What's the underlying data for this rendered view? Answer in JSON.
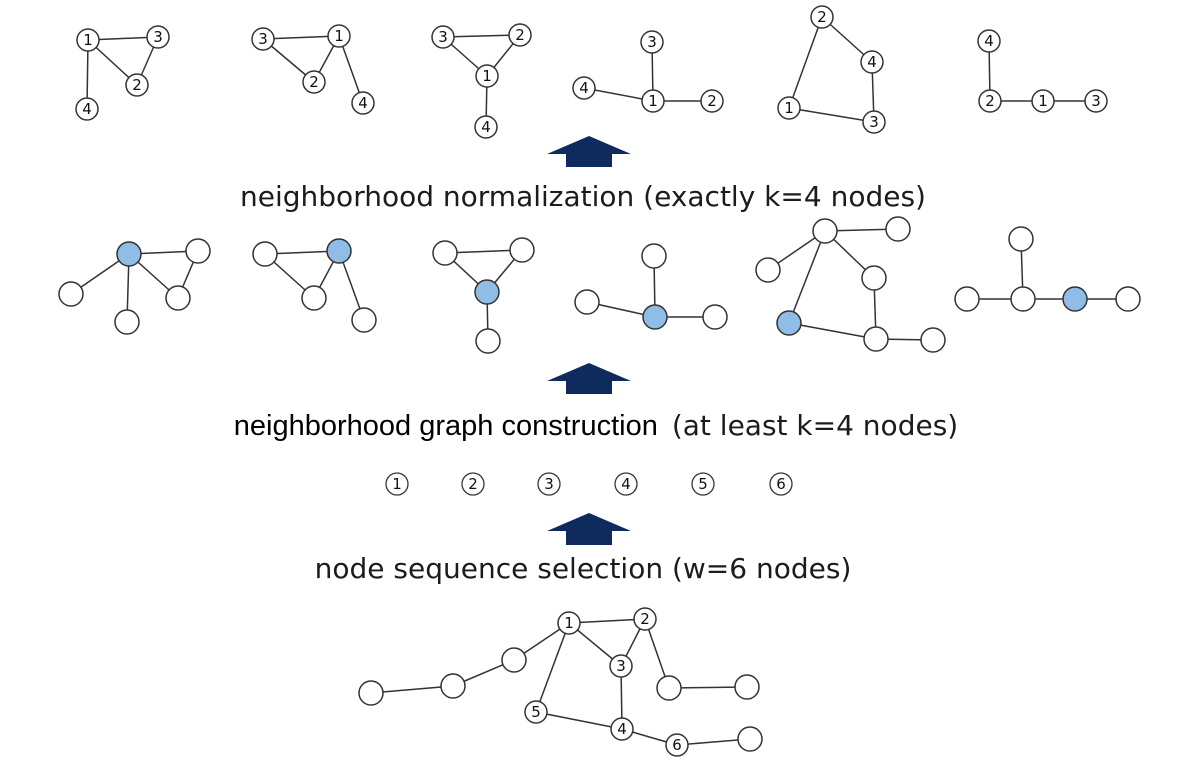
{
  "captions": {
    "normalization": "neighborhood normalization (exactly k=4 nodes)",
    "construction_main": "neighborhood graph construction",
    "construction_paren": "(at least k=4 nodes)",
    "selection": "node sequence selection (w=6 nodes)"
  },
  "sequence_labels": [
    "1",
    "2",
    "3",
    "4",
    "5",
    "6"
  ],
  "colors": {
    "highlight_node": "#8fbde6",
    "node_fill": "#ffffff",
    "edge": "#333333",
    "arrow": "#0f2a5c"
  },
  "normalized_graphs": [
    {
      "labels": [
        "1",
        "3",
        "2",
        "4"
      ]
    },
    {
      "labels": [
        "3",
        "1",
        "2",
        "4"
      ]
    },
    {
      "labels": [
        "3",
        "2",
        "1",
        "4"
      ]
    },
    {
      "labels": [
        "3",
        "4",
        "1",
        "2"
      ]
    },
    {
      "labels": [
        "2",
        "4",
        "1",
        "3"
      ]
    },
    {
      "labels": [
        "4",
        "2",
        "1",
        "3"
      ]
    }
  ],
  "input_graph": {
    "labels": [
      "1",
      "2",
      "3",
      "4",
      "5",
      "6"
    ]
  }
}
